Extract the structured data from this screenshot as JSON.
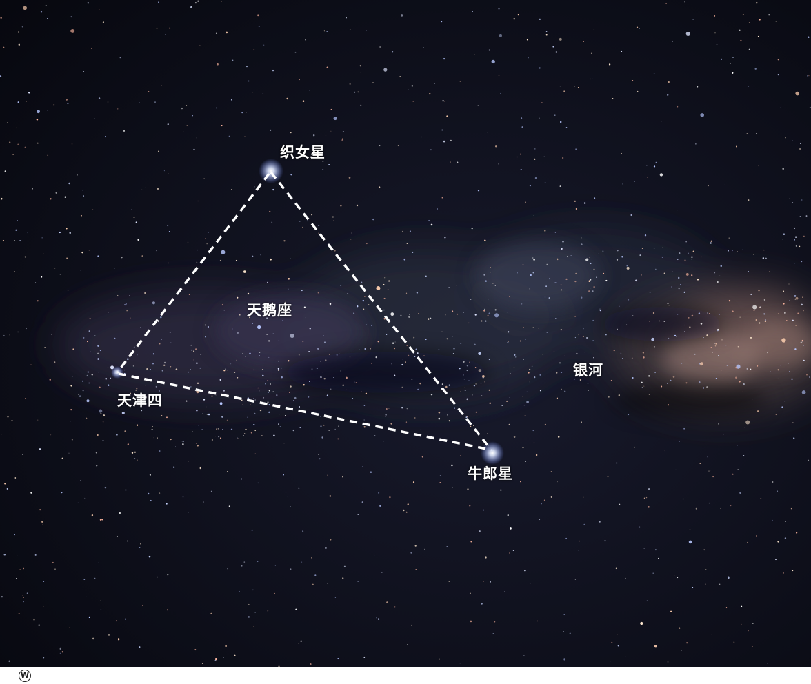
{
  "scene": {
    "stars": {
      "vega": {
        "label": "织女星"
      },
      "deneb": {
        "label": "天津四"
      },
      "altair": {
        "label": "牛郎星"
      }
    },
    "constellation_label": "天鹅座",
    "milky_way_label": "银河",
    "shape": "triangle",
    "line_style": "dashed",
    "line_color": "#ffffff"
  },
  "footer": {
    "mark_text": "W",
    "mark_icon": "circled-w-icon"
  }
}
